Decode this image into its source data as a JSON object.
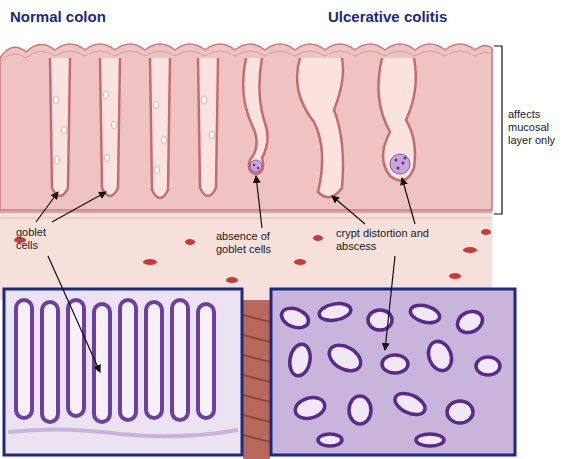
{
  "diagram": {
    "labels": [
      "Normal colon",
      "Ulcerative colitis",
      "goblet cells",
      "absence of goblet cells",
      "crypt distortion and abscess",
      "affects mucosal layer only"
    ]
  }
}
